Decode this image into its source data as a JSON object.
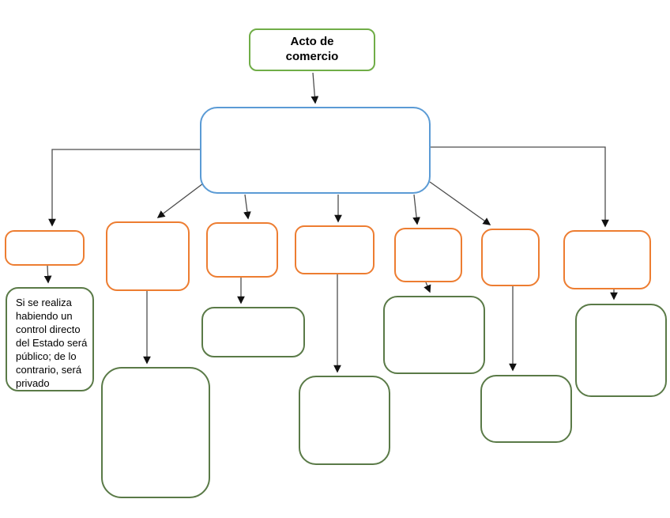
{
  "diagram": {
    "title": "Acto de comercio",
    "root": {
      "label": "Acto de\ncomercio"
    },
    "hub": {
      "label": ""
    },
    "branches": [
      {
        "label": ""
      },
      {
        "label": ""
      },
      {
        "label": ""
      },
      {
        "label": ""
      },
      {
        "label": ""
      },
      {
        "label": ""
      },
      {
        "label": ""
      }
    ],
    "note": {
      "text": "Si se realiza\nhabiendo un\ncontrol directo\ndel Estado será\npúblico; de lo\ncontrario, será\nprivado"
    },
    "leaves": [
      {
        "label": ""
      },
      {
        "label": ""
      },
      {
        "label": ""
      },
      {
        "label": ""
      },
      {
        "label": ""
      },
      {
        "label": ""
      }
    ],
    "colors": {
      "root_border": "#70AD47",
      "hub_border": "#5B9BD5",
      "branch_border": "#ED7D31",
      "leaf_border": "#5A7A47",
      "connector": "#4D4D4D",
      "arrowhead": "#111111",
      "text": "#000000"
    }
  }
}
